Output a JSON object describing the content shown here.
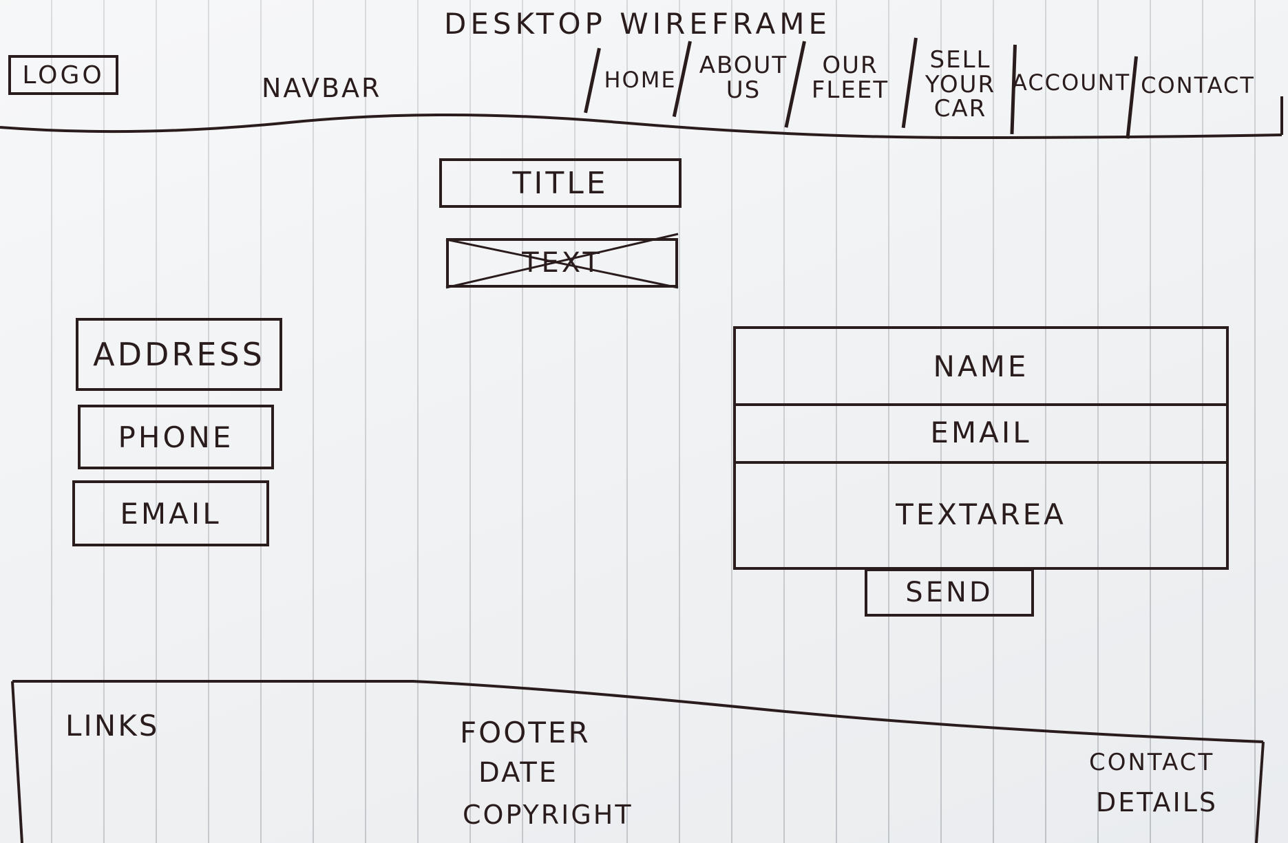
{
  "heading": "DESKTOP WIREFRAME",
  "header": {
    "logo": "LOGO",
    "navbar_label": "NAVBAR",
    "nav_items": [
      {
        "label": "HOME"
      },
      {
        "label": "ABOUT\nUS"
      },
      {
        "label": "OUR\nFLEET"
      },
      {
        "label": "SELL\nYOUR\nCAR"
      },
      {
        "label": "ACCOUNT"
      },
      {
        "label": "CONTACT"
      }
    ]
  },
  "main": {
    "title": "TITLE",
    "text": "TEXT",
    "contact_info": {
      "address": "ADDRESS",
      "phone": "PHONE",
      "email": "EMAIL"
    },
    "form": {
      "name": "NAME",
      "email": "EMAIL",
      "textarea": "TEXTAREA",
      "send": "SEND"
    }
  },
  "footer": {
    "links": "LINKS",
    "footer": "FOOTER",
    "date": "DATE",
    "copyright": "COPYRIGHT",
    "contact_line1": "CONTACT",
    "contact_line2": "DETAILS"
  }
}
